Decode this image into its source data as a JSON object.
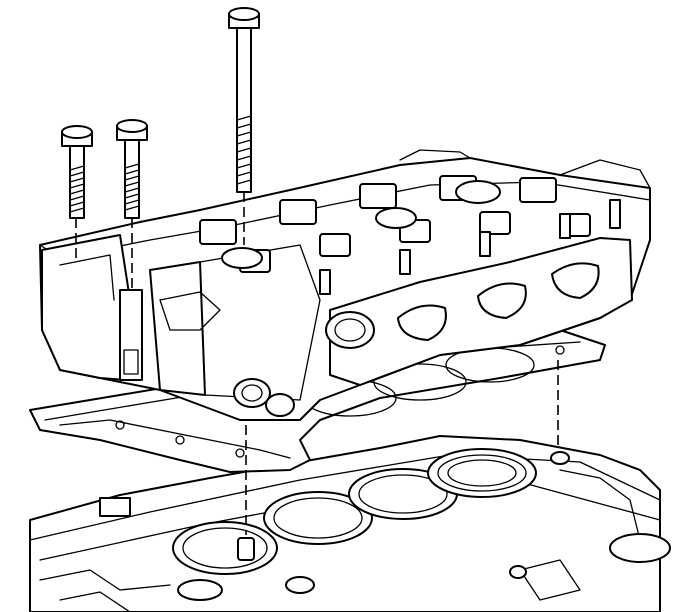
{
  "figure": {
    "components": [
      "cylinder-head",
      "head-gasket",
      "engine-block",
      "head-bolt-short",
      "head-bolt-long"
    ],
    "bolts": [
      {
        "name": "short-bolt-left",
        "kind": "short"
      },
      {
        "name": "short-bolt-middle",
        "kind": "short"
      },
      {
        "name": "long-bolt-center",
        "kind": "long"
      }
    ],
    "dowel_alignment_lines": 2,
    "colors": {
      "line": "#000000",
      "background": "#ffffff"
    }
  }
}
